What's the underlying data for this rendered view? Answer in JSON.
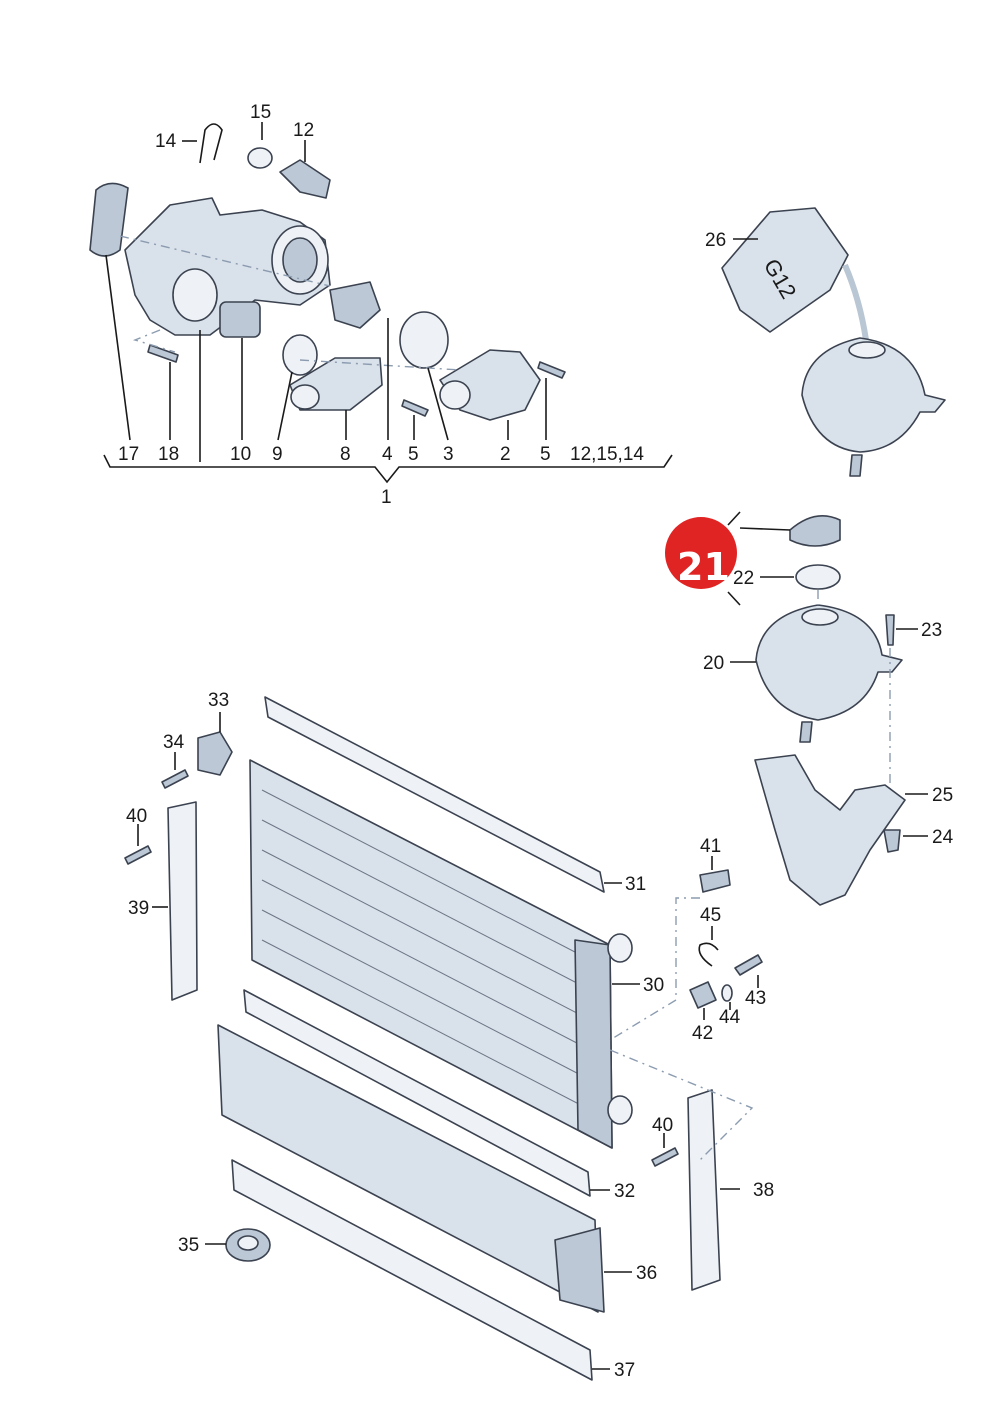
{
  "badge": {
    "label": "21",
    "color": "#e02424"
  },
  "group": {
    "label": "1"
  },
  "callouts": {
    "c12": "12",
    "c14": "14",
    "c15": "15",
    "c17": "17",
    "c18": "18",
    "c10": "10",
    "c9": "9",
    "c8": "8",
    "c4": "4",
    "c5a": "5",
    "c3": "3",
    "c2": "2",
    "c5b": "5",
    "c121514": "12,15,14",
    "c26": "26",
    "c22": "22",
    "c23": "23",
    "c20": "20",
    "c25": "25",
    "c24": "24",
    "c33": "33",
    "c34": "34",
    "c40a": "40",
    "c39": "39",
    "c31": "31",
    "c41": "41",
    "c45": "45",
    "c43": "43",
    "c44": "44",
    "c42": "42",
    "c30": "30",
    "c40b": "40",
    "c32": "32",
    "c38": "38",
    "c35": "35",
    "c36": "36",
    "c37": "37",
    "bottle": "G12"
  }
}
